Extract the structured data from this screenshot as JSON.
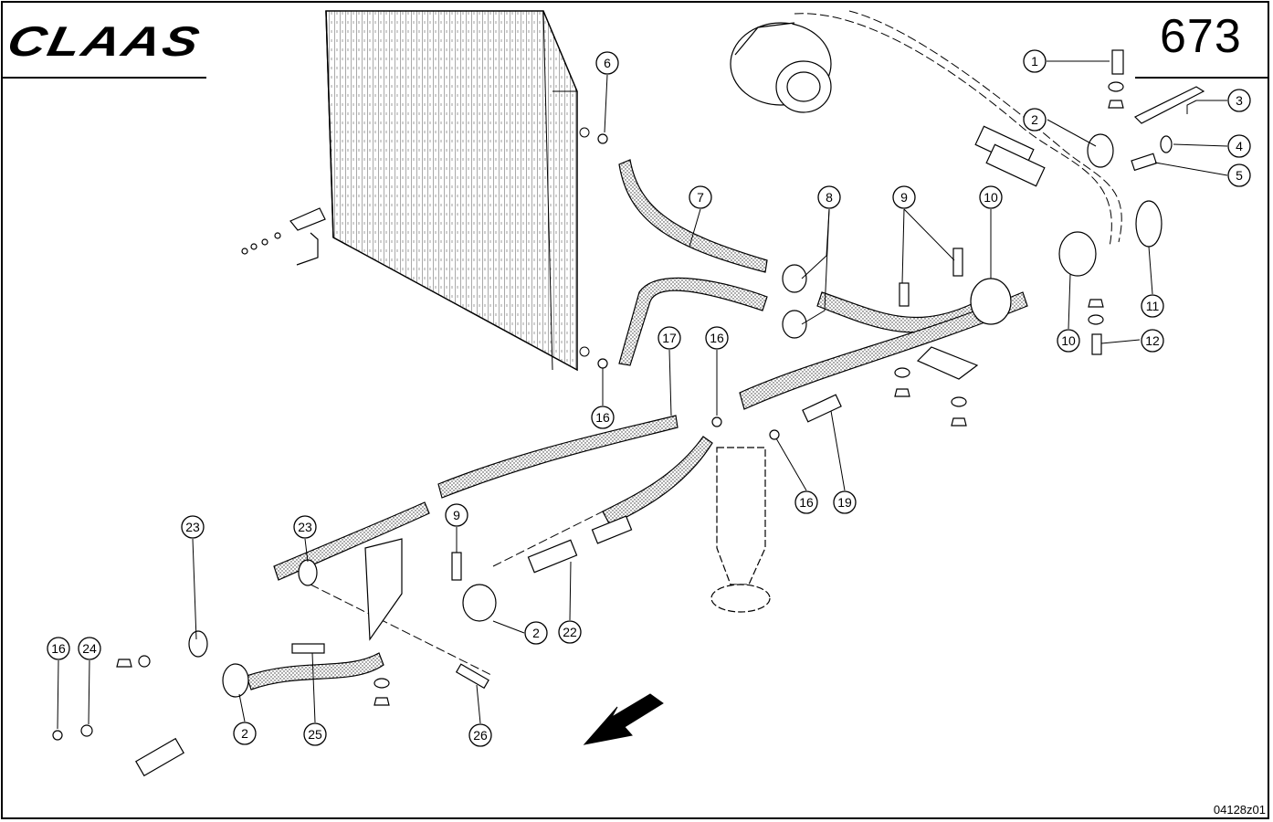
{
  "header": {
    "brand": "CLAAS",
    "page_number": "673"
  },
  "footer": {
    "drawing_code": "04128z01"
  },
  "callouts": [
    "1",
    "2",
    "3",
    "4",
    "5",
    "6",
    "7",
    "8",
    "9",
    "10",
    "10",
    "11",
    "12",
    "16",
    "17",
    "16",
    "16",
    "19",
    "23",
    "23",
    "9",
    "2",
    "22",
    "16",
    "24",
    "2",
    "25",
    "26"
  ]
}
